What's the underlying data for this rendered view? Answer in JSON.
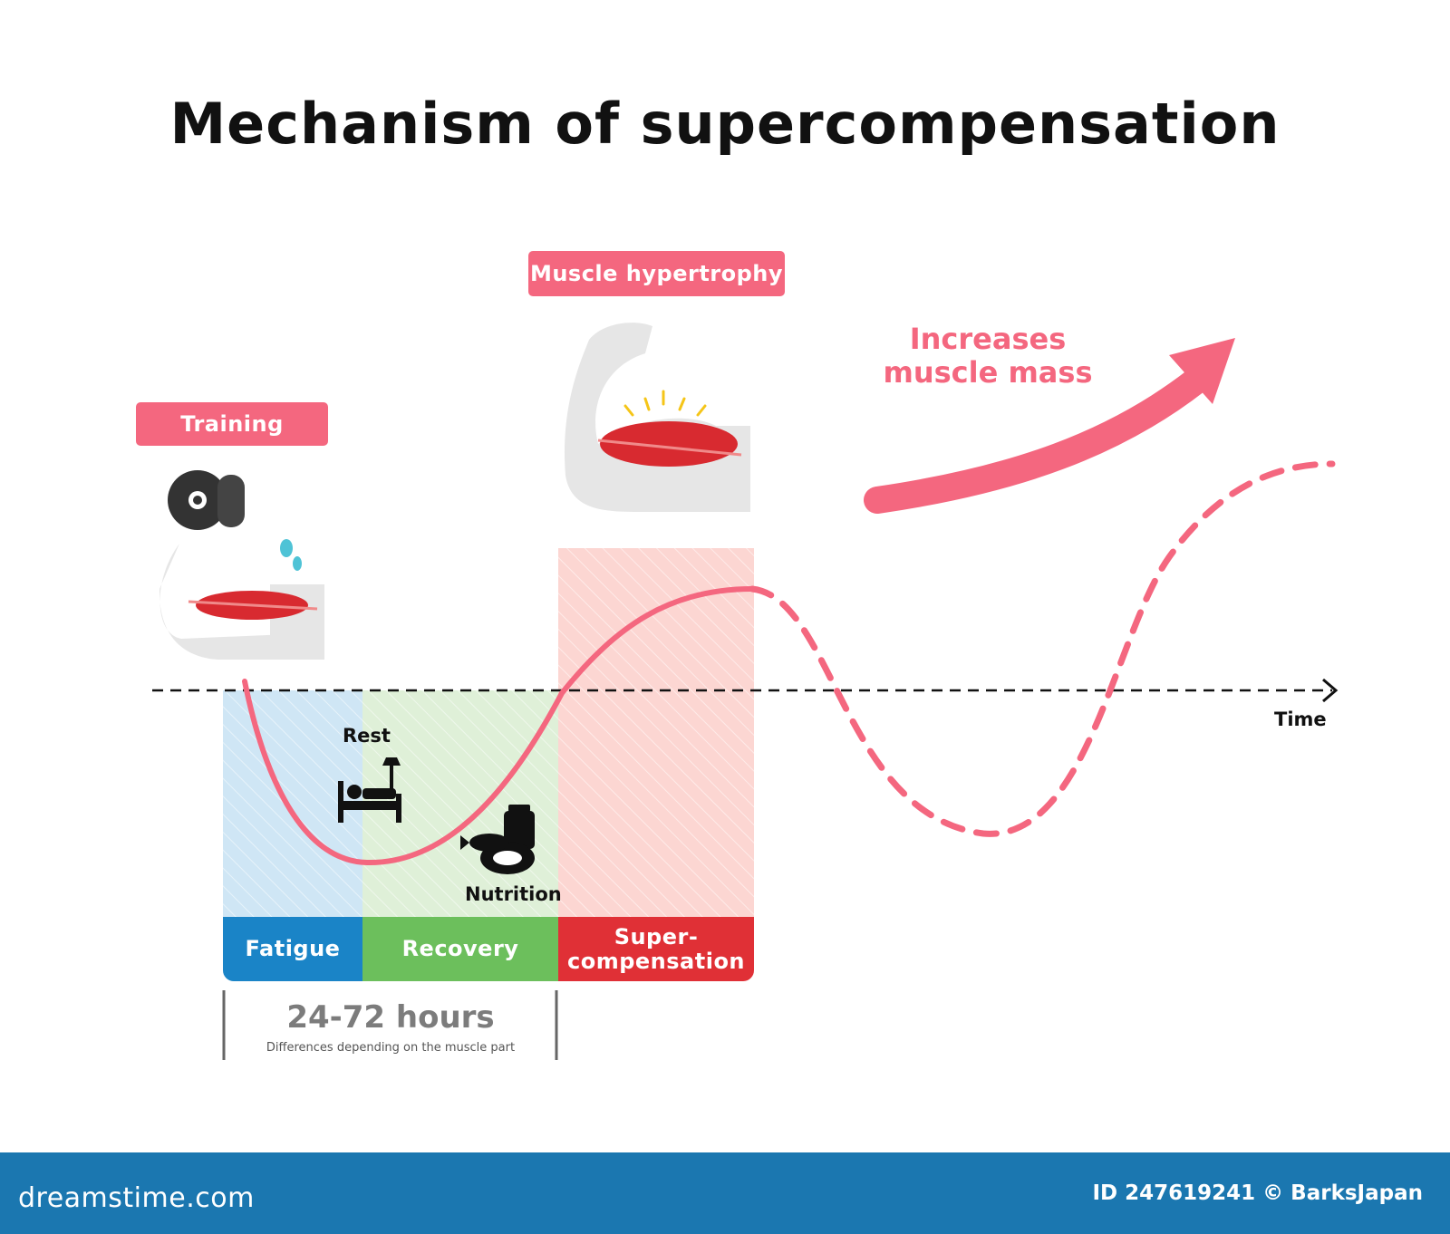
{
  "title": "Mechanism of supercompensation",
  "labels": {
    "training": "Training",
    "hypertrophy": "Muscle hypertrophy",
    "increase": "Increases muscle mass",
    "rest": "Rest",
    "nutrition": "Nutrition",
    "time_axis": "Time"
  },
  "phases": [
    {
      "label": "Fatigue",
      "color": "#1a84c7",
      "tint": "#cfe6f5"
    },
    {
      "label": "Recovery",
      "color": "#6cbf5c",
      "tint": "#dff0d8"
    },
    {
      "label": "Super- compensation",
      "color": "#e03036",
      "tint": "#fcd6d2"
    }
  ],
  "duration": {
    "hours": "24-72 hours",
    "note": "Differences depending on the muscle part"
  },
  "icons": [
    "dumbbell-icon",
    "flexed-arm-icon",
    "muscle-icon",
    "bed-icon",
    "food-icon",
    "arrow-up-icon",
    "sweat-drops-icon"
  ],
  "colors": {
    "accent": "#f4677f",
    "footer": "#1b77b0"
  },
  "footer": {
    "brand": "dreamstime.com",
    "credit": "ID 247619241 © BarksJapan"
  }
}
